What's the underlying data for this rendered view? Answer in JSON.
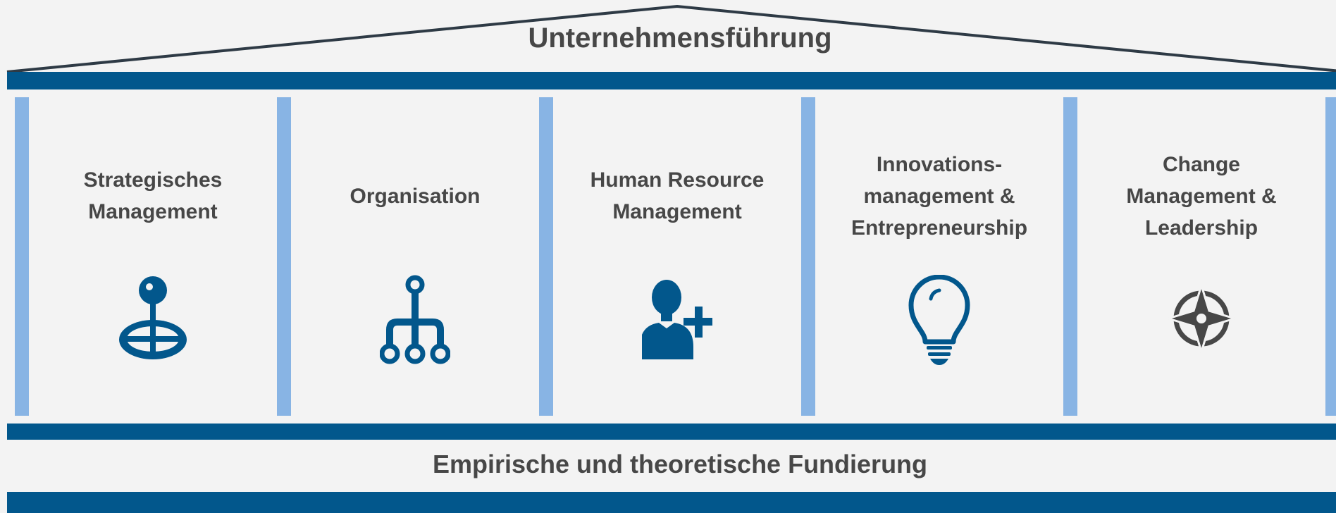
{
  "roof": {
    "title": "Unternehmensführung"
  },
  "columns": [
    {
      "label": "Strategisches\nManagement",
      "icon": "joystick-icon"
    },
    {
      "label": "Organisation",
      "icon": "org-hierarchy-icon"
    },
    {
      "label": "Human Resource\nManagement",
      "icon": "add-person-icon"
    },
    {
      "label": "Innovations-\nmanagement &\nEntrepreneurship",
      "icon": "lightbulb-icon"
    },
    {
      "label": "Change\nManagement &\nLeadership",
      "icon": "compass-icon"
    }
  ],
  "foundation": {
    "text": "Empirische und theoretische Fundierung"
  },
  "colors": {
    "beam": "#02578c",
    "pillar": "#88b4e4",
    "icon": "#02578c",
    "text": "#474747",
    "roof_line": "#2e3a45",
    "background": "#f3f3f3"
  }
}
